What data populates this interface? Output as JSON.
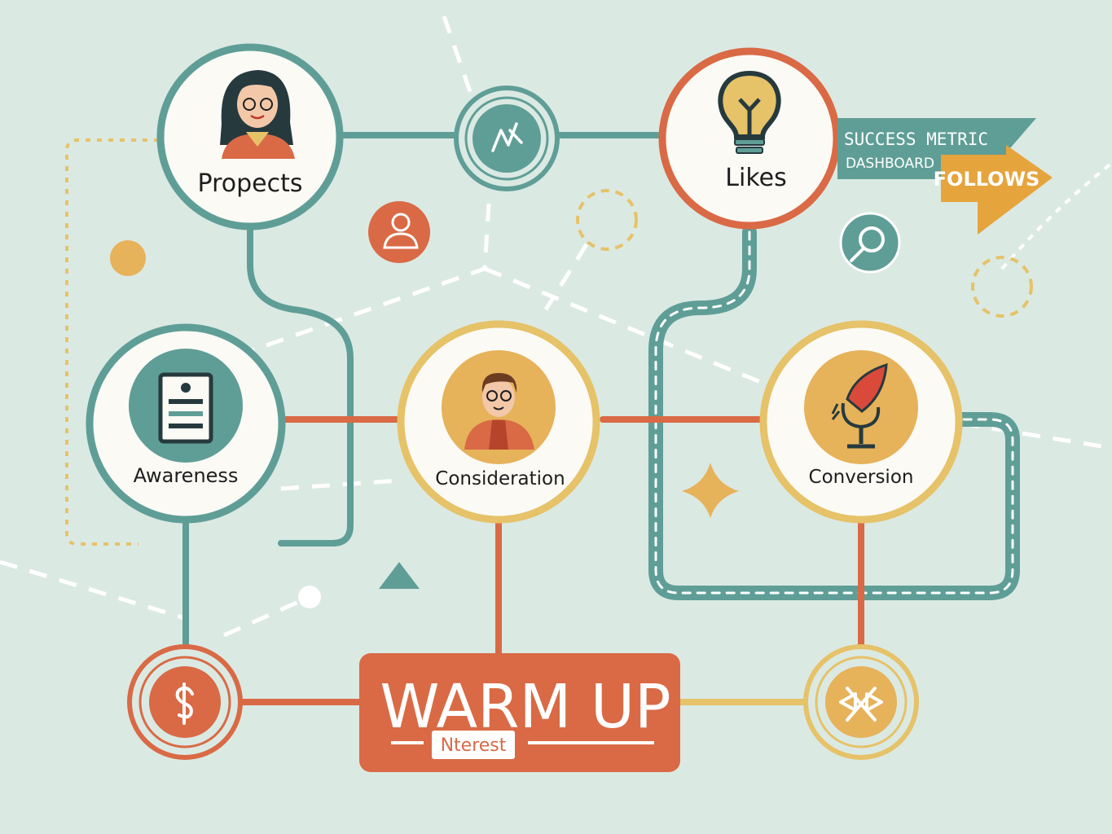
{
  "nodes": {
    "prospects": {
      "label": "Propects"
    },
    "likes": {
      "label": "Likes"
    },
    "awareness": {
      "label": "Awareness"
    },
    "consideration": {
      "label": "Consideration"
    },
    "conversion": {
      "label": "Conversion"
    }
  },
  "banner": {
    "line1": "SUCCESS METRIC",
    "line2": "DASHBOARD",
    "tag": "FOLLOWS"
  },
  "warmup": {
    "title": "WARM UP",
    "subtitle": "Nterest"
  },
  "colors": {
    "background": "#dbe9e3",
    "teal": "#5f9e96",
    "orange": "#d96a45",
    "yellow": "#e6c268",
    "cream": "#fbfaf5",
    "dark": "#1e1e1e"
  },
  "icons": {
    "prospects": "woman-avatar-icon",
    "likes": "lightbulb-icon",
    "awareness": "document-icon",
    "consideration": "man-avatar-icon",
    "conversion": "microphone-icon",
    "hub": "chart-trend-icon",
    "dollar": "dollar-icon",
    "bowtie": "bowtie-icon",
    "user": "user-icon",
    "search": "magnifier-icon"
  }
}
